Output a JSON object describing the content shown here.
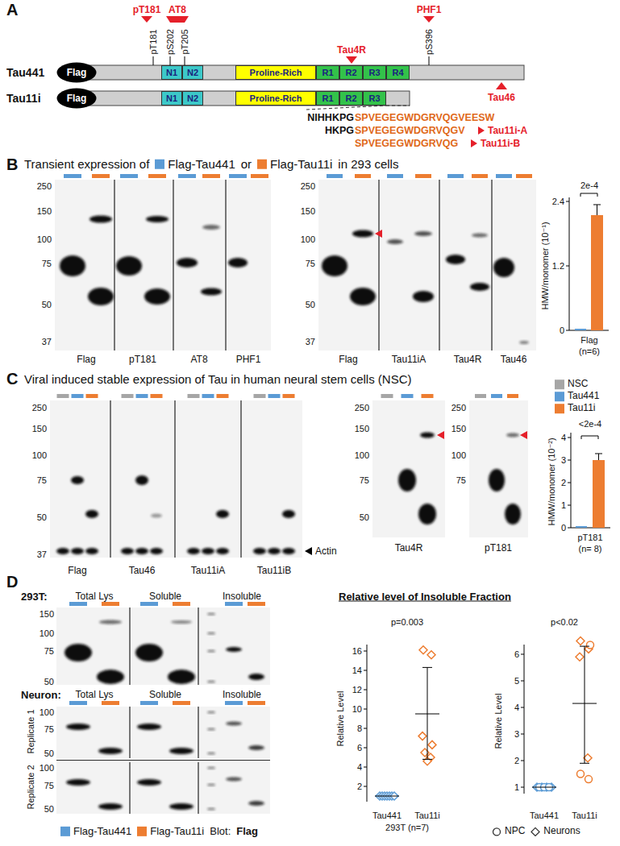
{
  "diagram": {
    "nodes": [
      {
        "text": [
          "Flag"
        ]
      },
      {
        "text": [
          "N1"
        ]
      },
      {
        "text": [
          "N2"
        ]
      },
      {
        "text": [
          "Proline-Rich"
        ]
      },
      {
        "text": [
          "R1"
        ]
      },
      {
        "text": [
          "R2"
        ]
      },
      {
        "text": [
          "R3"
        ]
      },
      {
        "text": [
          "R4"
        ]
      },
      {
        "text": [
          "Flag"
        ]
      },
      {
        "text": [
          "N1"
        ]
      },
      {
        "text": [
          "N2"
        ]
      },
      {
        "text": [
          "Proline-Rich"
        ]
      },
      {
        "text": [
          "R1"
        ]
      },
      {
        "text": [
          "R2"
        ]
      },
      {
        "text": [
          "R3"
        ]
      }
    ],
    "labels": [
      "A",
      "pT181",
      "AT8",
      "PHF1",
      "pT181",
      "pS202",
      "pT205",
      "pS396",
      "Tau4R",
      "Tau441",
      "Tau11i",
      "Tau46",
      "NIHHKPG",
      "SPVEGEGWDGRVQGVEESW",
      "HKPG",
      "SPVEGEGWDGRVQGV",
      "Tau11i-A",
      "SPVEGEGWDGRVQG",
      "Tau11i-B",
      "B",
      "Transient expression of",
      "or",
      "in 293 cells",
      "250",
      "150",
      "100",
      "75",
      "50",
      "37",
      "Flag",
      "pT181",
      "AT8",
      "PHF1",
      "250",
      "150",
      "100",
      "75",
      "50",
      "37",
      "Flag",
      "Tau11iA",
      "Tau4R",
      "Tau46",
      "2e-4",
      "2.4",
      "1.2",
      "0",
      "HMW/monomer (10⁻¹)",
      "Flag",
      "(n=6)",
      "C",
      "Viral induced stable expression of Tau in human neural stem cells (NSC)",
      "250",
      "150",
      "100",
      "75",
      "50",
      "37",
      "Actin",
      "Flag",
      "Tau46",
      "Tau11iA",
      "Tau11iB",
      "250",
      "150",
      "100",
      "75",
      "50",
      "Tau4R",
      "250",
      "150",
      "100",
      "75",
      "pT181",
      "<2e-4",
      "4",
      "3",
      "2",
      "1",
      "0",
      "HMW/monomer (10⁻²)",
      "pT181",
      "(n= 8)",
      "D",
      "293T:",
      "Total Lys",
      "Soluble",
      "Insoluble",
      "150",
      "100",
      "75",
      "50",
      "Neuron:",
      "Total Lys",
      "Soluble",
      "Insoluble",
      "100",
      "75",
      "50",
      "Replicate 1",
      "100",
      "75",
      "50",
      "Replicate 2",
      "Blot:",
      "Flag",
      "Relative level of Insoluble Fraction",
      "p=0.003",
      "p<0.02",
      "16",
      "14",
      "12",
      "10",
      "8",
      "6",
      "4",
      "2",
      "Relative Level",
      "Tau441",
      "Tau11i",
      "293T (n=7)",
      "6",
      "5",
      "4",
      "3",
      "2",
      "1",
      "Relative Level",
      "Tau441",
      "Tau11i"
    ],
    "legend": [
      {
        "text": "Flag-Tau441",
        "color": "#5b9bd5"
      },
      {
        "text": "Flag-Tau11i",
        "color": "#ed7d31"
      },
      {
        "text": "NSC",
        "color": "#a6a6a6"
      },
      {
        "text": "Tau441",
        "color": "#5b9bd5"
      },
      {
        "text": "Tau11i",
        "color": "#ed7d31"
      },
      {
        "text": "Flag-Tau441",
        "color": "#5b9bd5"
      },
      {
        "text": "Flag-Tau11i",
        "color": "#ed7d31"
      },
      {
        "text": "NPC"
      },
      {
        "text": "Neurons"
      }
    ]
  }
}
